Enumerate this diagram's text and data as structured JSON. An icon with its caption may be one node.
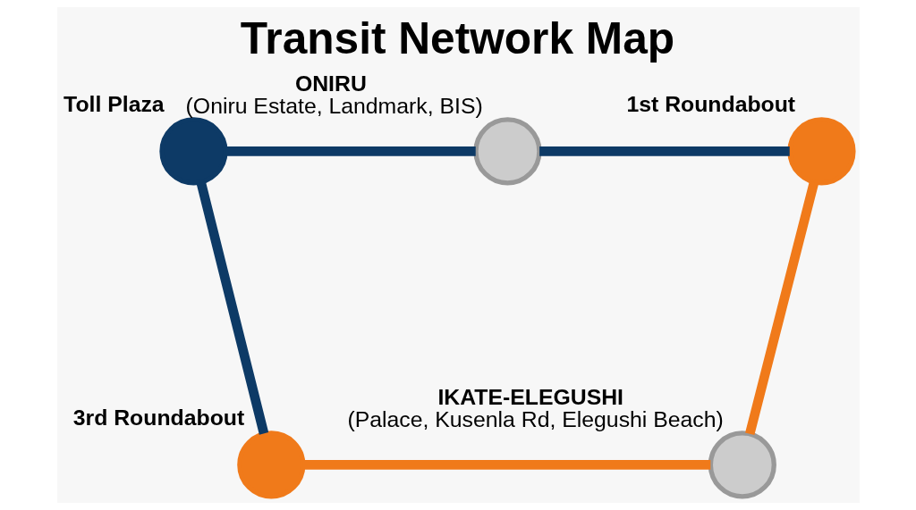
{
  "diagram": {
    "title": "Transit Network Map",
    "nodes": [
      {
        "text": [
          "Toll Plaza"
        ]
      },
      {
        "text": [
          "ONIRU",
          "(Oniru Estate, Landmark, BIS)"
        ]
      },
      {
        "text": [
          "1st Roundabout"
        ]
      },
      {
        "text": [
          "3rd Roundabout"
        ]
      },
      {
        "text": [
          "IKATE-ELEGUSHI",
          "(Palace, Kusenla Rd, Elegushi Beach)"
        ]
      }
    ],
    "edges": [
      {
        "from": 0,
        "to": 1,
        "arrow": "none"
      },
      {
        "from": 1,
        "to": 2,
        "arrow": "none"
      },
      {
        "from": 2,
        "to": 4,
        "arrow": "none",
        "color": "#f07a1a"
      },
      {
        "from": 0,
        "to": 3,
        "arrow": "none"
      },
      {
        "from": 3,
        "to": 4,
        "arrow": "none",
        "color": "#f07a1a"
      }
    ]
  }
}
